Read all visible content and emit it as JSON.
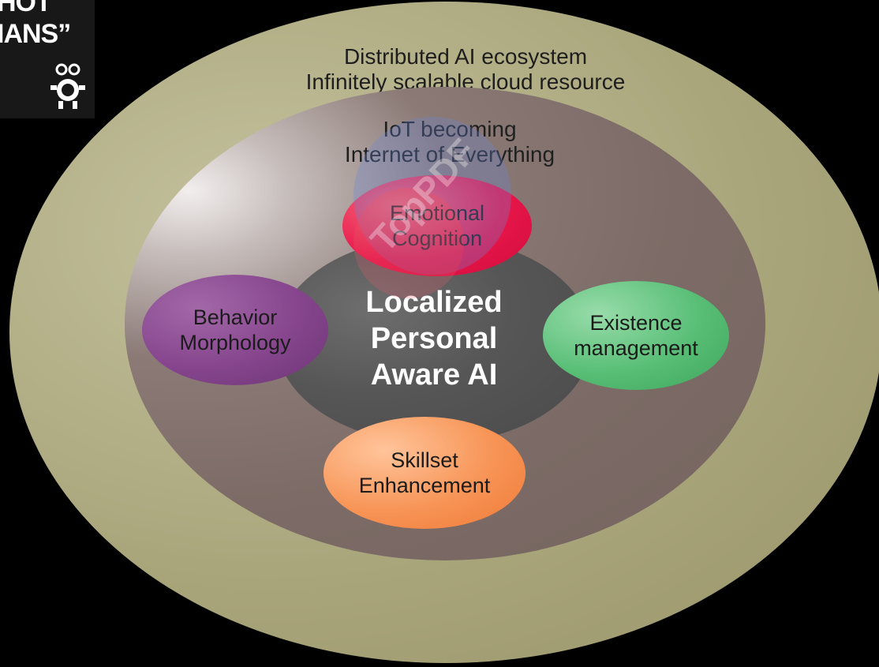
{
  "logo": {
    "line1": "HOT",
    "line2": "IANS”"
  },
  "diagram": {
    "outer": {
      "line1": "Distributed AI ecosystem",
      "line2": "Infinitely scalable cloud resource"
    },
    "middle": {
      "line1": "IoT becoming",
      "line2": "Internet of Everything"
    },
    "core": {
      "line1": "Localized",
      "line2": "Personal",
      "line3": "Aware AI"
    },
    "nodes": {
      "emotional": "Emotional\nCognition",
      "behavior": "Behavior\nMorphology",
      "existence": "Existence\nmanagement",
      "skillset": "Skillset\nEnhancement"
    }
  },
  "watermark": {
    "text": "TopPDF"
  },
  "colors": {
    "background": "#000000",
    "outer_ring": "#aaa67c",
    "middle_ring": "#7c6b66",
    "core": "#565656",
    "emotional": "#e8164a",
    "behavior": "#86458d",
    "existence": "#58be76",
    "skillset": "#f79456"
  }
}
